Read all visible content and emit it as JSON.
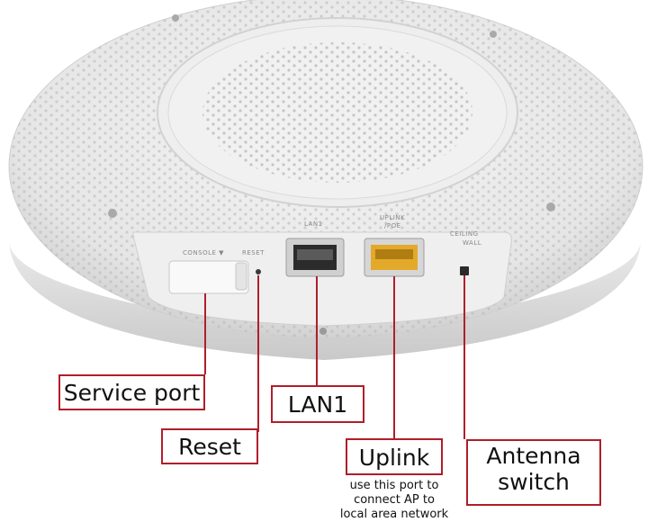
{
  "device": {
    "console_label": "CONSOLE ▼",
    "reset_label": "RESET",
    "lan1_label": "LAN1",
    "uplink_label_1": "UPLINK",
    "uplink_label_2": "/POE",
    "ceiling_label": "CEILING",
    "wall_label": "WALL"
  },
  "callouts": {
    "service_port": "Service port",
    "reset": "Reset",
    "lan1": "LAN1",
    "uplink": "Uplink",
    "antenna_line1": "Antenna",
    "antenna_line2": "switch",
    "uplink_note_line1": "use this port to",
    "uplink_note_line2": "connect AP to",
    "uplink_note_line3": "local area network"
  },
  "colors": {
    "accent": "#b01e2a",
    "port_yellow": "#e3a92a"
  }
}
